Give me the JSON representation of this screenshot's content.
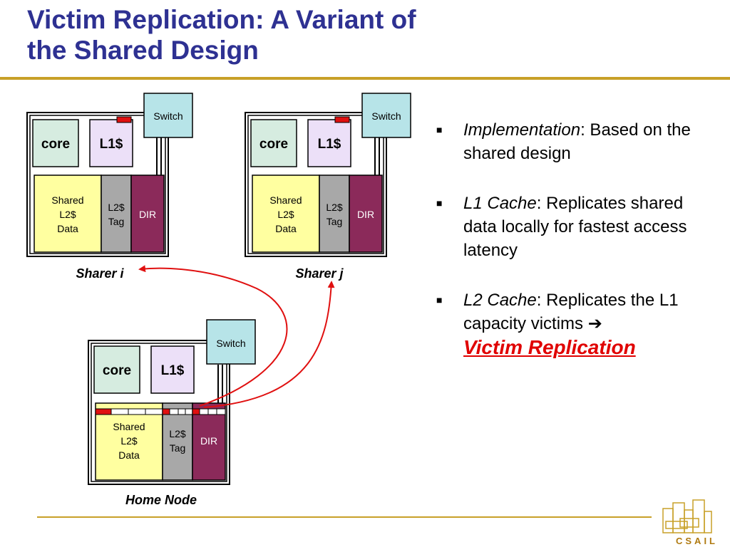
{
  "slide": {
    "title_line1": "Victim Replication: A Variant of",
    "title_line2": "the Shared Design"
  },
  "tiles": {
    "switch_label": "Switch",
    "core_label": "core",
    "l1_label": "L1$",
    "shared_label_1": "Shared",
    "shared_label_2": "L2$",
    "shared_label_3": "Data",
    "l2tag_label_1": "L2$",
    "l2tag_label_2": "Tag",
    "dir_label": "DIR",
    "sharer_i": "Sharer i",
    "sharer_j": "Sharer j",
    "home_node": "Home Node"
  },
  "bullets": [
    {
      "term": "Implementation",
      "text": ": Based on the shared design"
    },
    {
      "term": "L1 Cache",
      "text": ": Replicates shared data locally for fastest access latency"
    },
    {
      "term": "L2 Cache",
      "text": ": Replicates the L1 capacity victims ➔",
      "emphasis": "Victim Replication"
    }
  ],
  "logo": {
    "text": "CSAIL"
  },
  "colors": {
    "title": "#2e3192",
    "rule": "#c8a028",
    "switch": "#b7e4e8",
    "core": "#d6ece0",
    "l1": "#ece0f8",
    "shared": "#ffffa0",
    "tag": "#a8a8a8",
    "dir": "#8b2a5a",
    "arrow": "#e01010"
  }
}
